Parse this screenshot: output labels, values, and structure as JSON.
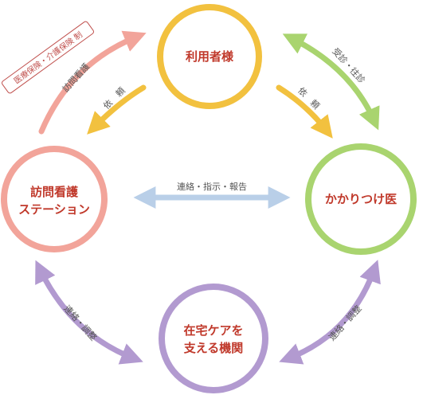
{
  "nodes": {
    "user": {
      "label": "利用者様",
      "ring_color": "#f2c13f",
      "text_color": "#c0392b"
    },
    "nursing": {
      "line1": "訪問看護",
      "line2": "ステーション",
      "ring_color": "#f2a49a",
      "text_color": "#c0392b"
    },
    "doctor": {
      "label": "かかりつけ医",
      "ring_color": "#a9d46f",
      "text_color": "#c0392b"
    },
    "care": {
      "line1": "在宅ケアを",
      "line2": "支える機関",
      "ring_color": "#b29ad0",
      "text_color": "#c0392b"
    }
  },
  "connections": {
    "nursing_to_user": {
      "label": "訪問看護",
      "color": "#f2a49a"
    },
    "insurance_tag": "医療保険・介護保険 制",
    "user_to_nursing": {
      "label": "依　頼",
      "color": "#f2c13f"
    },
    "user_to_doctor": {
      "label": "依　頼",
      "color": "#f2c13f"
    },
    "doctor_user": {
      "label": "受診・往診",
      "color": "#a9d46f"
    },
    "nursing_doctor": {
      "label": "連絡・指示・報告",
      "color": "#b9cfe8"
    },
    "nursing_care": {
      "label": "連絡・調整",
      "color": "#b29ad0"
    },
    "doctor_care": {
      "label": "連絡・調整",
      "color": "#b29ad0"
    }
  }
}
